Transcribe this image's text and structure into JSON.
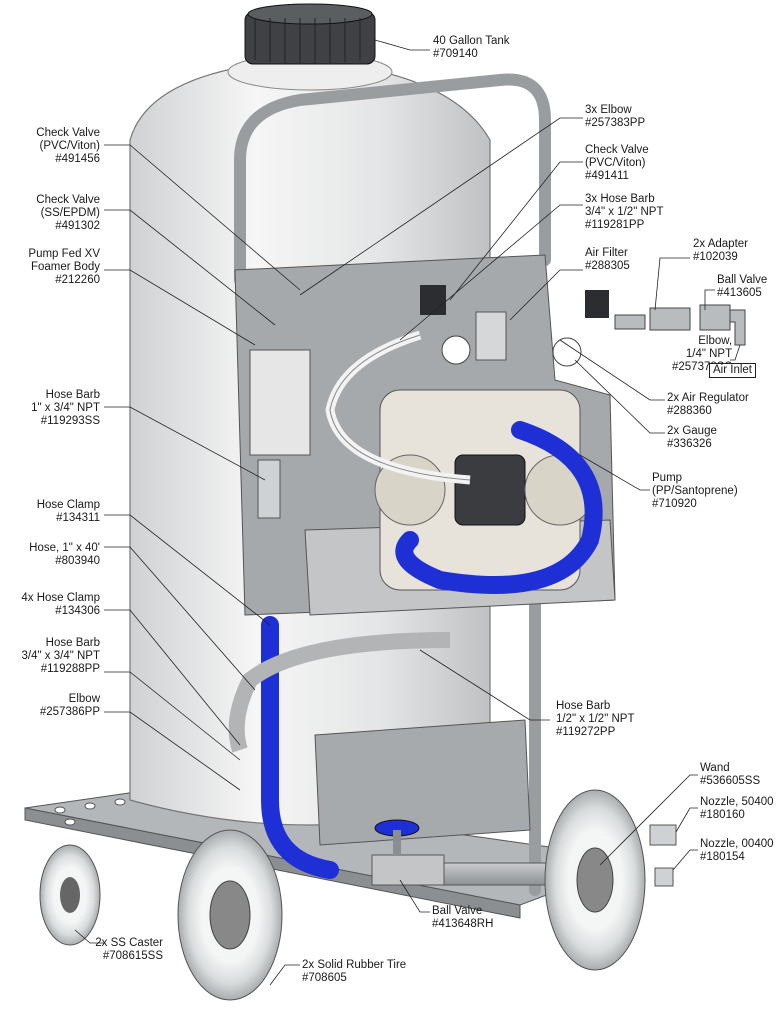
{
  "labels": {
    "tank": [
      "40 Gallon Tank",
      "#709140"
    ],
    "elbow_3x": [
      "3x Elbow",
      "#257383PP"
    ],
    "check_valve_pvc_right": [
      "Check Valve",
      "(PVC/Viton)",
      "#491411"
    ],
    "hose_barb_3x": [
      "3x Hose Barb",
      "3/4\" x 1/2\" NPT",
      "#119281PP"
    ],
    "air_filter": [
      "Air Filter",
      "#288305"
    ],
    "adapter_2x": [
      "2x Adapter",
      "#102039"
    ],
    "ball_valve_top": [
      "Ball Valve",
      "#413605"
    ],
    "elbow_npt": [
      "Elbow,",
      "1/4\" NPT",
      "#257378SS"
    ],
    "air_inlet": "Air Inlet",
    "air_regulator": [
      "2x Air Regulator",
      "#288360"
    ],
    "gauge": [
      "2x Gauge",
      "#336326"
    ],
    "pump": [
      "Pump",
      "(PP/Santoprene)",
      "#710920"
    ],
    "check_valve_pvc_left": [
      "Check Valve",
      "(PVC/Viton)",
      "#491456"
    ],
    "check_valve_ss": [
      "Check Valve",
      "(SS/EPDM)",
      "#491302"
    ],
    "foamer_body": [
      "Pump Fed XV",
      "Foamer Body",
      "#212260"
    ],
    "hose_barb_1": [
      "Hose Barb",
      "1\" x 3/4\" NPT",
      "#119293SS"
    ],
    "hose_clamp": [
      "Hose Clamp",
      "#134311"
    ],
    "hose": [
      "Hose, 1\" x 40'",
      "#803940"
    ],
    "hose_clamp_4x": [
      "4x Hose Clamp",
      "#134306"
    ],
    "hose_barb_34": [
      "Hose Barb",
      "3/4\" x 3/4\" NPT",
      "#119288PP"
    ],
    "elbow_left": [
      "Elbow",
      "#257386PP"
    ],
    "hose_barb_12": [
      "Hose Barb",
      "1/2\" x 1/2\" NPT",
      "#119272PP"
    ],
    "wand": [
      "Wand",
      "#536605SS"
    ],
    "nozzle_50400": [
      "Nozzle, 50400",
      "#180160"
    ],
    "nozzle_00400": [
      "Nozzle, 00400",
      "#180154"
    ],
    "ball_valve_bottom": [
      "Ball Valve",
      "#413648RH"
    ],
    "caster": [
      "2x SS Caster",
      "#708615SS"
    ],
    "tire": [
      "2x Solid Rubber Tire",
      "#708605"
    ]
  },
  "colors": {
    "hose_blue": "#1f2fd6",
    "steel": "#b9bcbf",
    "panel": "#a9abae",
    "tank": "#e8e9ea",
    "tire": "#d6dadc"
  }
}
